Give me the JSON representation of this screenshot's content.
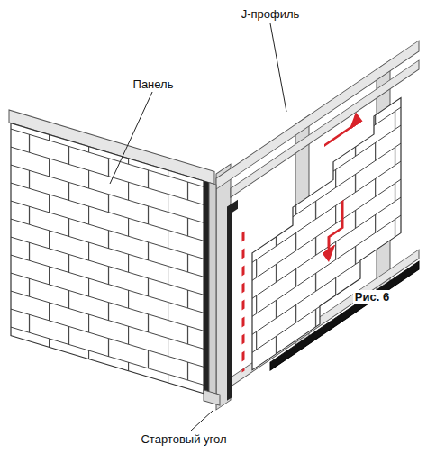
{
  "diagram": {
    "caption": "Рис. 6",
    "labels": [
      "J-профиль",
      "Панель",
      "Стартовый угол"
    ]
  }
}
